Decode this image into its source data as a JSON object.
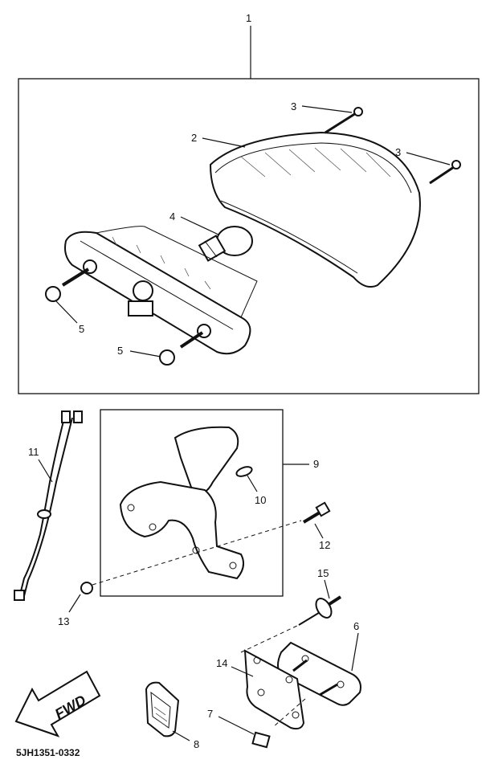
{
  "callouts": {
    "c1": "1",
    "c2": "2",
    "c3a": "3",
    "c3b": "3",
    "c4": "4",
    "c5a": "5",
    "c5b": "5",
    "c6": "6",
    "c7": "7",
    "c8": "8",
    "c9": "9",
    "c10": "10",
    "c11": "11",
    "c12": "12",
    "c13": "13",
    "c14": "14",
    "c15": "15"
  },
  "drawing_code": "5JH1351-0332",
  "forward_arrow": {
    "label": "FWD",
    "icon": "forward-arrow-icon"
  }
}
